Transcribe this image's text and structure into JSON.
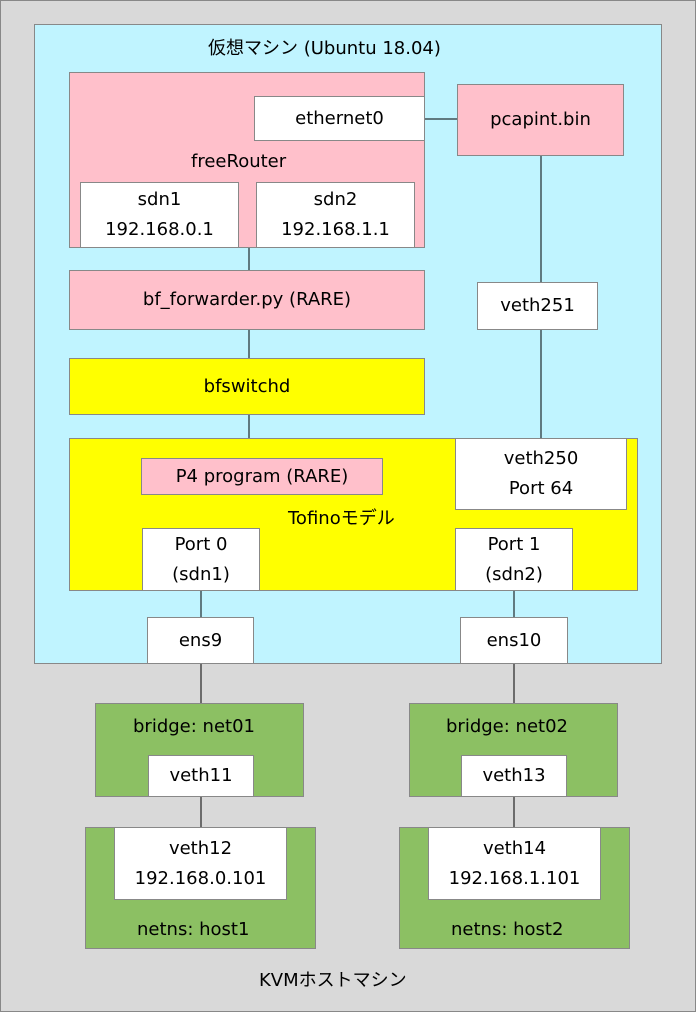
{
  "host_label": "KVMホストマシン",
  "vm_label": "仮想マシン (Ubuntu 18.04)",
  "freerouter": {
    "label": "freeRouter",
    "ethernet0": "ethernet0",
    "sdn1": {
      "name": "sdn1",
      "ip": "192.168.0.1"
    },
    "sdn2": {
      "name": "sdn2",
      "ip": "192.168.1.1"
    }
  },
  "pcapint": "pcapint.bin",
  "bf_forwarder": "bf_forwarder.py (RARE)",
  "veth251": "veth251",
  "bfswitchd": "bfswitchd",
  "tofino": {
    "label": "Tofinoモデル",
    "p4program": "P4 program (RARE)",
    "veth250": {
      "name": "veth250",
      "port": "Port 64"
    },
    "port0": {
      "name": "Port 0",
      "iface": "(sdn1)"
    },
    "port1": {
      "name": "Port 1",
      "iface": "(sdn2)"
    }
  },
  "ens9": "ens9",
  "ens10": "ens10",
  "bridge1": {
    "label": "bridge: net01",
    "veth": "veth11"
  },
  "bridge2": {
    "label": "bridge: net02",
    "veth": "veth13"
  },
  "host1": {
    "label": "netns: host1",
    "veth": "veth12",
    "ip": "192.168.0.101"
  },
  "host2": {
    "label": "netns: host2",
    "veth": "veth14",
    "ip": "192.168.1.101"
  },
  "colors": {
    "host_bg": "#d9d9d9",
    "vm_bg": "#c0f4ff",
    "pink": "#ffc0cb",
    "yellow": "#ffff00",
    "green": "#8cc063",
    "white": "#ffffff"
  }
}
